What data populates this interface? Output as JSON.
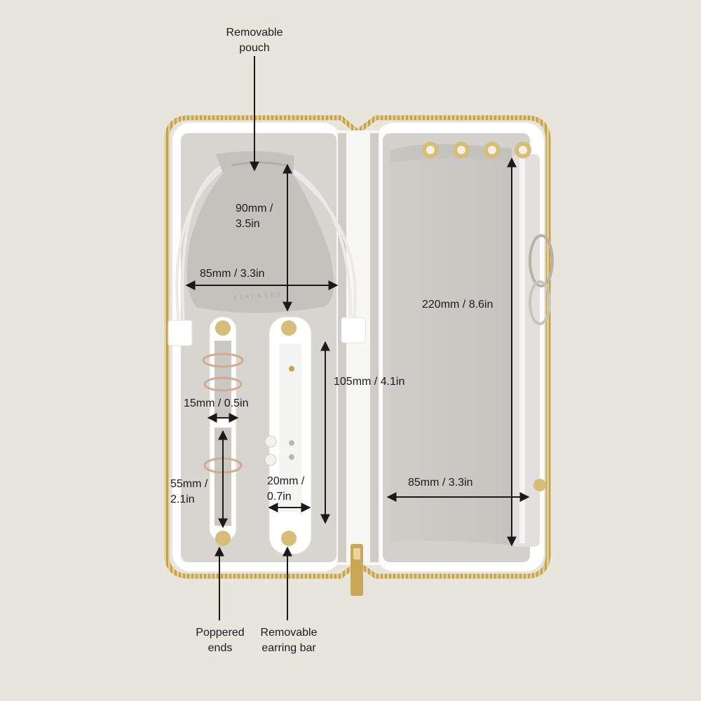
{
  "callouts": {
    "removable_pouch": "Removable\npouch",
    "poppered_ends": "Poppered\nends",
    "removable_earring_bar": "Removable\nearring bar"
  },
  "dimensions": {
    "pouch_height": "90mm /\n3.5in",
    "pouch_width": "85mm / 3.3in",
    "case_height": "220mm / 8.6in",
    "earring_bar_height": "105mm / 4.1in",
    "ring_bar_width": "15mm / 0.5in",
    "ring_bar_height": "55mm /\n2.1in",
    "earring_bar_width": "20mm /\n0.7in",
    "case_width": "85mm / 3.3in"
  },
  "brand_mark": "STACKERS",
  "colors": {
    "background": "#e7e5dc",
    "case_shell": "#ffffff",
    "lining": "#d2d0cb",
    "zipper": "#c9a756",
    "snap": "#d6bd7a",
    "arrow": "#1a1a1a"
  }
}
